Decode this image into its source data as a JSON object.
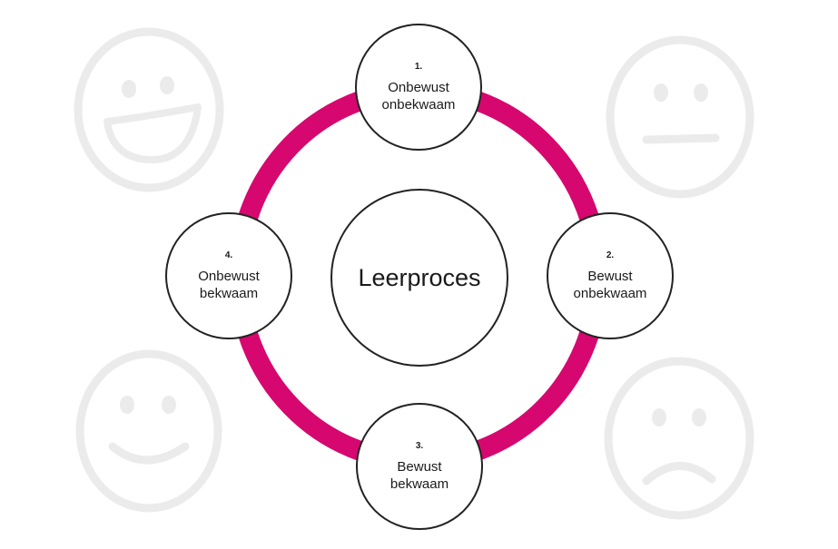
{
  "colors": {
    "ring": "#d6076f",
    "outline": "#222222",
    "face": "#ebebeb",
    "background": "#ffffff"
  },
  "center": {
    "title": "Leerproces"
  },
  "stages": [
    {
      "number": "1.",
      "line1": "Onbewust",
      "line2": "onbekwaam"
    },
    {
      "number": "2.",
      "line1": "Bewust",
      "line2": "onbekwaam"
    },
    {
      "number": "3.",
      "line1": "Bewust",
      "line2": "bekwaam"
    },
    {
      "number": "4.",
      "line1": "Onbewust",
      "line2": "bekwaam"
    }
  ],
  "faces": [
    {
      "name": "laughing-face-icon",
      "mood": "laughing"
    },
    {
      "name": "neutral-face-icon",
      "mood": "neutral"
    },
    {
      "name": "smiling-face-icon",
      "mood": "smiling"
    },
    {
      "name": "sad-face-icon",
      "mood": "sad"
    }
  ]
}
